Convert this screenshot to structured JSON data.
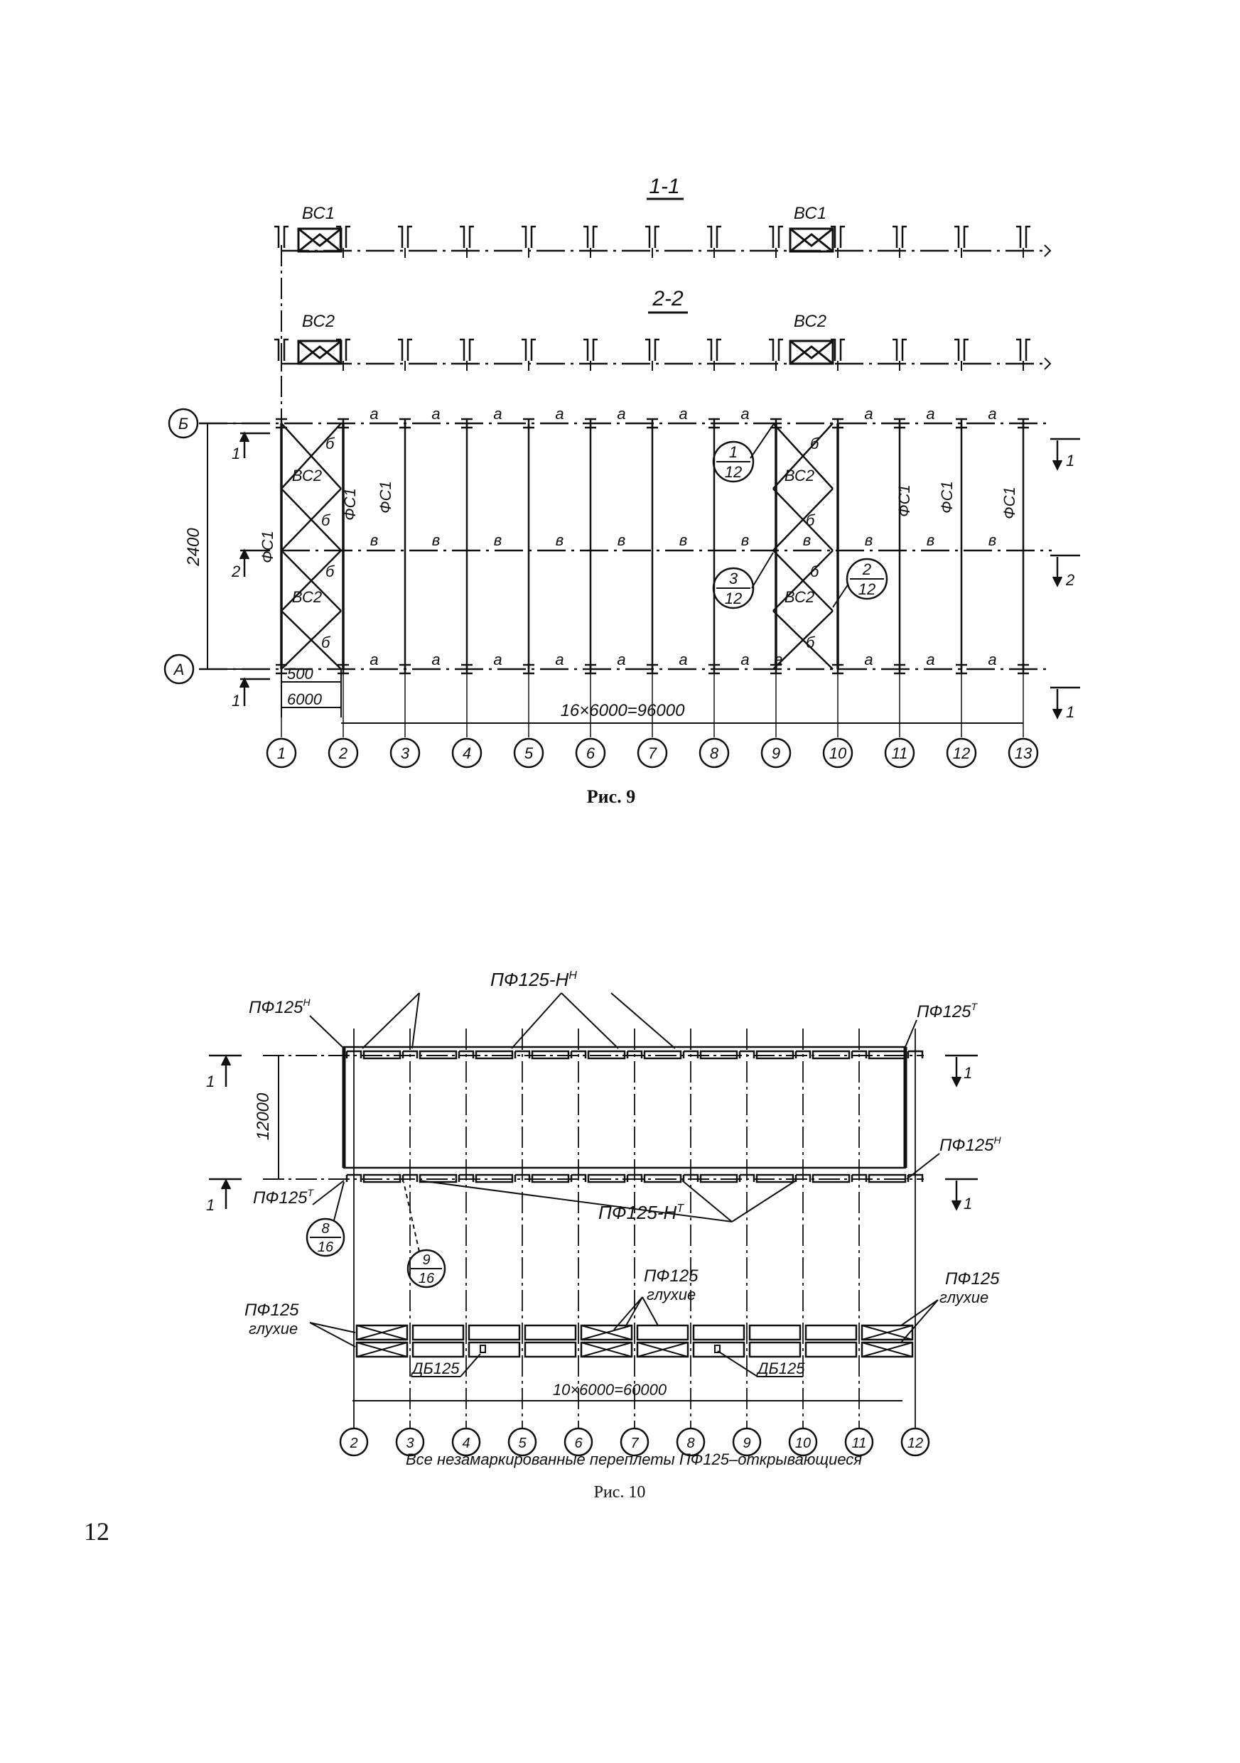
{
  "fig9": {
    "section_1_1": "1-1",
    "section_2_2": "2-2",
    "vs1": "ВС1",
    "vs2": "ВС2",
    "axis_a": "А",
    "axis_b": "Б",
    "dim_2400": "2400",
    "dim_500": "500",
    "dim_6000": "6000",
    "dim_total": "16×6000=96000",
    "mark_a": "а",
    "mark_b": "б",
    "mark_v": "в",
    "fs1": "ФС1",
    "vs2_small": "ВС2",
    "section_mark_1": "1",
    "section_mark_2": "2",
    "node_1_top": "1",
    "node_1_bot": "12",
    "node_3_top": "3",
    "node_3_bot": "12",
    "node_2_top": "2",
    "node_2_bot": "12",
    "axes": [
      "1",
      "2",
      "3",
      "4",
      "5",
      "6",
      "7",
      "8",
      "9",
      "10",
      "11",
      "12",
      "13"
    ],
    "caption": "Рис. 9"
  },
  "fig10": {
    "pf125n": "ПФ125",
    "pf125n_sup": "Н",
    "pf125t": "ПФ125",
    "pf125t_sup": "Т",
    "pf125_hn": "ПФ125-Н",
    "pf125_hn_sup": "Н",
    "pf125_ht": "ПФ125-Н",
    "pf125_ht_sup": "Т",
    "dim_12000": "12000",
    "section_mark_1": "1",
    "node_8_top": "8",
    "node_8_bot": "16",
    "node_9_top": "9",
    "node_9_bot": "16",
    "pf125": "ПФ125",
    "gluhie": "глухие",
    "db125": "ДБ125",
    "dim_total": "10×6000=60000",
    "axes": [
      "2",
      "3",
      "4",
      "5",
      "6",
      "7",
      "8",
      "9",
      "10",
      "11",
      "12"
    ],
    "note": "Все незамаркированные переплеты ПФ125–открывающиеся",
    "caption": "Рис. 10"
  },
  "page_number": "12"
}
